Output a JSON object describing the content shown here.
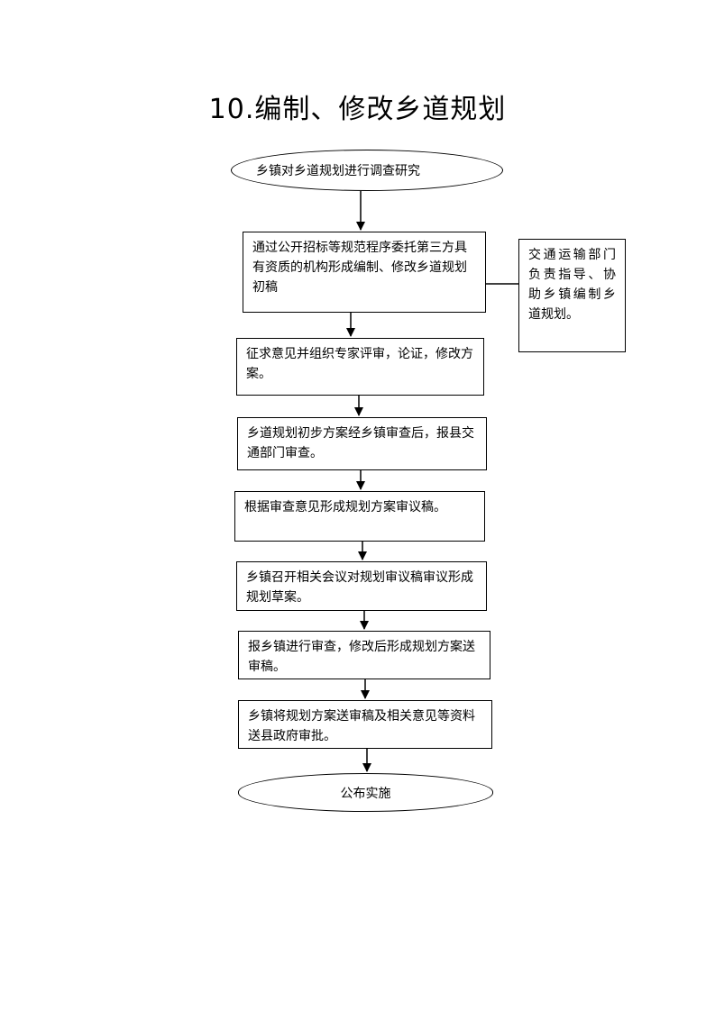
{
  "title": "10.编制、修改乡道规划",
  "flow": {
    "start": "乡镇对乡道规划进行调查研究",
    "steps": [
      "通过公开招标等规范程序委托第三方具有资质的机构形成编制、修改乡道规划初稿",
      "征求意见并组织专家评审，论证，修改方案。",
      "乡道规划初步方案经乡镇审查后，报县交通部门审查。",
      "根据审查意见形成规划方案审议稿。",
      "乡镇召开相关会议对规划审议稿审议形成规划草案。",
      "报乡镇进行审查，修改后形成规划方案送审稿。",
      "乡镇将规划方案送审稿及相关意见等资料送县政府审批。"
    ],
    "side_note": "交通运输部门负责指导、协助乡镇编制乡道规划。",
    "end": "公布实施"
  }
}
